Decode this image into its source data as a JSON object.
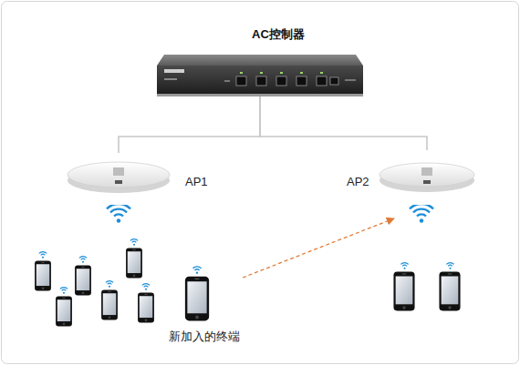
{
  "diagram": {
    "nodes": [
      {
        "text": [
          "AC控制器"
        ]
      },
      {
        "text": [
          "AP1"
        ]
      },
      {
        "text": [
          "AP2"
        ]
      },
      {
        "text": [
          "新加入的终端"
        ]
      }
    ],
    "edges": [
      {
        "from": 0,
        "to": 1,
        "arrow": "none"
      },
      {
        "from": 0,
        "to": 2,
        "arrow": "none"
      },
      {
        "from": 3,
        "to": 2,
        "arrow": "to"
      }
    ]
  }
}
